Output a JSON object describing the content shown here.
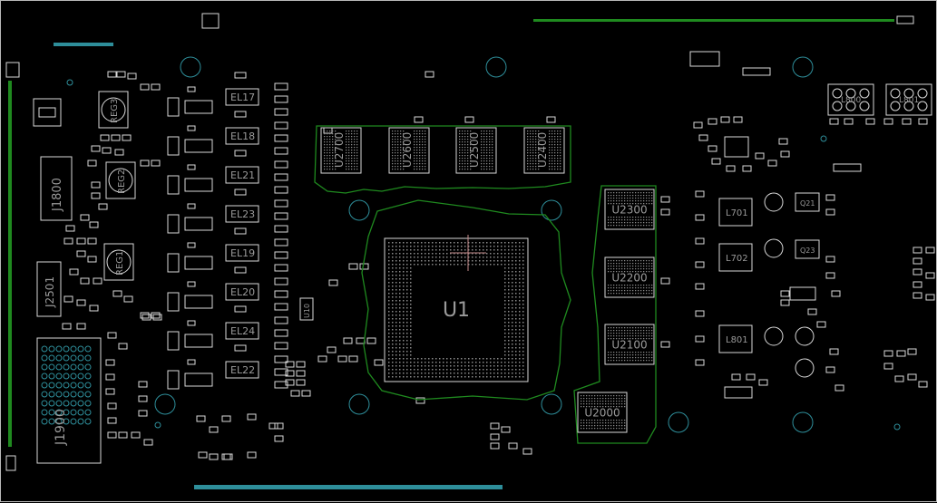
{
  "board": {
    "chip": "U1",
    "memory_top": [
      "U2700",
      "U2600",
      "U2500",
      "U2400"
    ],
    "memory_right": [
      "U2300",
      "U2200",
      "U2100",
      "U2000"
    ],
    "inductors_el": [
      "EL17",
      "EL18",
      "EL21",
      "EL23",
      "EL19",
      "EL20",
      "EL24",
      "EL22"
    ],
    "regulators": [
      "REG3",
      "REG2",
      "REG1"
    ],
    "connectors": [
      "J1800",
      "J2501",
      "J1900"
    ],
    "inductors_right": [
      "L701",
      "L702",
      "L801"
    ],
    "misc_labels": [
      "U10",
      "Q21",
      "Q23",
      "L800",
      "L801"
    ]
  },
  "colors": {
    "background": "#000000",
    "outline": "#d9d9d9",
    "trace": "#1f8a1f",
    "pad": "#2e8e9a",
    "label": "#9a9a9a"
  }
}
